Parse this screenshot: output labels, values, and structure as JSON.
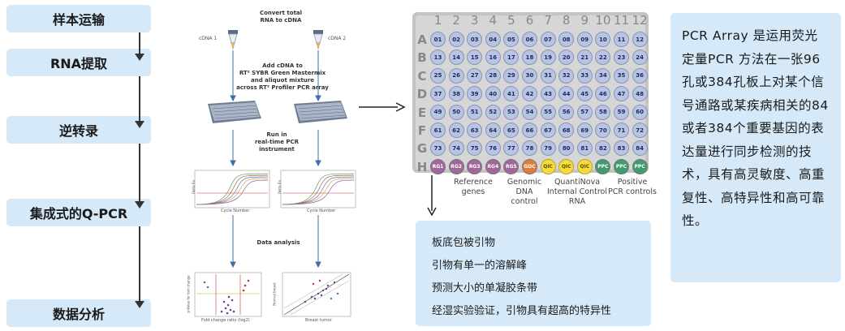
{
  "workflow": {
    "steps": [
      "样本运输",
      "RNA提取",
      "逆转录",
      "集成式的Q-PCR",
      "数据分析"
    ]
  },
  "protocol": {
    "convert": "Convert total\nRNA to cDNA",
    "cdna1": "cDNA 1",
    "cdna2": "cDNA 2",
    "add": "Add cDNA to\nRT² SYBR Green Mastermix\nand aliquot mixture\nacross RT² Profiler PCR array",
    "run": "Run in\nreal-time PCR\ninstrument",
    "amp_xlabel": "Cycle Number",
    "amp_ylabel": "Delta Rn",
    "analysis": "Data analysis",
    "volcano_xlabel": "Fold change ratio (log2)",
    "volcano_ylabel": "p-Value for fold change",
    "scatter_xlabel": "Breast tumor",
    "scatter_ylabel": "Normal breast"
  },
  "plate": {
    "columns": [
      "1",
      "2",
      "3",
      "4",
      "5",
      "6",
      "7",
      "8",
      "9",
      "10",
      "11",
      "12"
    ],
    "rows": [
      "A",
      "B",
      "C",
      "D",
      "E",
      "F",
      "G",
      "H"
    ],
    "wells": [
      "01",
      "02",
      "03",
      "04",
      "05",
      "06",
      "07",
      "08",
      "09",
      "10",
      "11",
      "12",
      "13",
      "14",
      "15",
      "16",
      "17",
      "18",
      "19",
      "20",
      "21",
      "22",
      "23",
      "24",
      "25",
      "26",
      "27",
      "28",
      "29",
      "30",
      "31",
      "32",
      "33",
      "34",
      "35",
      "36",
      "37",
      "38",
      "39",
      "40",
      "41",
      "42",
      "43",
      "44",
      "45",
      "46",
      "47",
      "48",
      "49",
      "50",
      "51",
      "52",
      "53",
      "54",
      "55",
      "56",
      "57",
      "58",
      "59",
      "60",
      "61",
      "62",
      "63",
      "64",
      "65",
      "66",
      "67",
      "68",
      "69",
      "70",
      "71",
      "72",
      "73",
      "74",
      "75",
      "76",
      "77",
      "78",
      "79",
      "80",
      "81",
      "82",
      "83",
      "84",
      "RG1",
      "RG2",
      "RG3",
      "RG4",
      "RG5",
      "GDC",
      "QIC",
      "QIC",
      "QIC",
      "PPC",
      "PPC",
      "PPC"
    ],
    "colors": {
      "gene": "#b7c4e4",
      "reference": "#a0679a",
      "genomic": "#e07b3c",
      "qic": "#f5dc3c",
      "ppc": "#3f9c6e"
    },
    "legend": {
      "reference": "Reference\ngenes",
      "genomic": "Genomic\nDNA\ncontrol",
      "quantinova": "QuantiNova\nInternal Control\nRNA",
      "positive": "Positive\nPCR controls"
    }
  },
  "features": [
    "板底包被引物",
    "引物有单一的溶解峰",
    "预测大小的单凝胶条带",
    "经湿实验验证，引物具有超高的特异性"
  ],
  "description": "PCR Array 是运用荧光定量PCR 方法在一张96孔或384孔板上对某个信号通路或某疾病相关的84或者384个重要基因的表达量进行同步检测的技术，具有高灵敏度、高重复性、高特异性和高可靠性。"
}
